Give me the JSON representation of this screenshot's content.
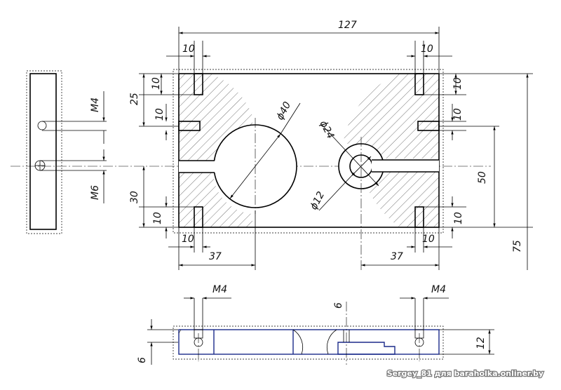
{
  "dimensions": {
    "overall_width": "127",
    "tl_slot_w": "10",
    "tr_slot_w": "10",
    "tl_height": "25",
    "tl_slot_h": "10",
    "left_mid": "10",
    "right_mid": "10",
    "right_top": "10",
    "phi40": "ϕ40",
    "phi24": "ϕ24",
    "phi12": "ϕ12",
    "m4_left": "M4",
    "m6_left": "M6",
    "h30": "30",
    "bl_slot_h": "10",
    "br_slot_h": "10",
    "h50": "50",
    "h75": "75",
    "bl_slot_w": "10",
    "br_slot_w": "10",
    "d37_left": "37",
    "d37_right": "37",
    "m4_bottom_left": "M4",
    "m4_bottom_right": "M4",
    "d6_top": "6",
    "d6_left": "6",
    "d12": "12"
  },
  "watermark": "Sergey_81 для baraholka.onliner.by"
}
